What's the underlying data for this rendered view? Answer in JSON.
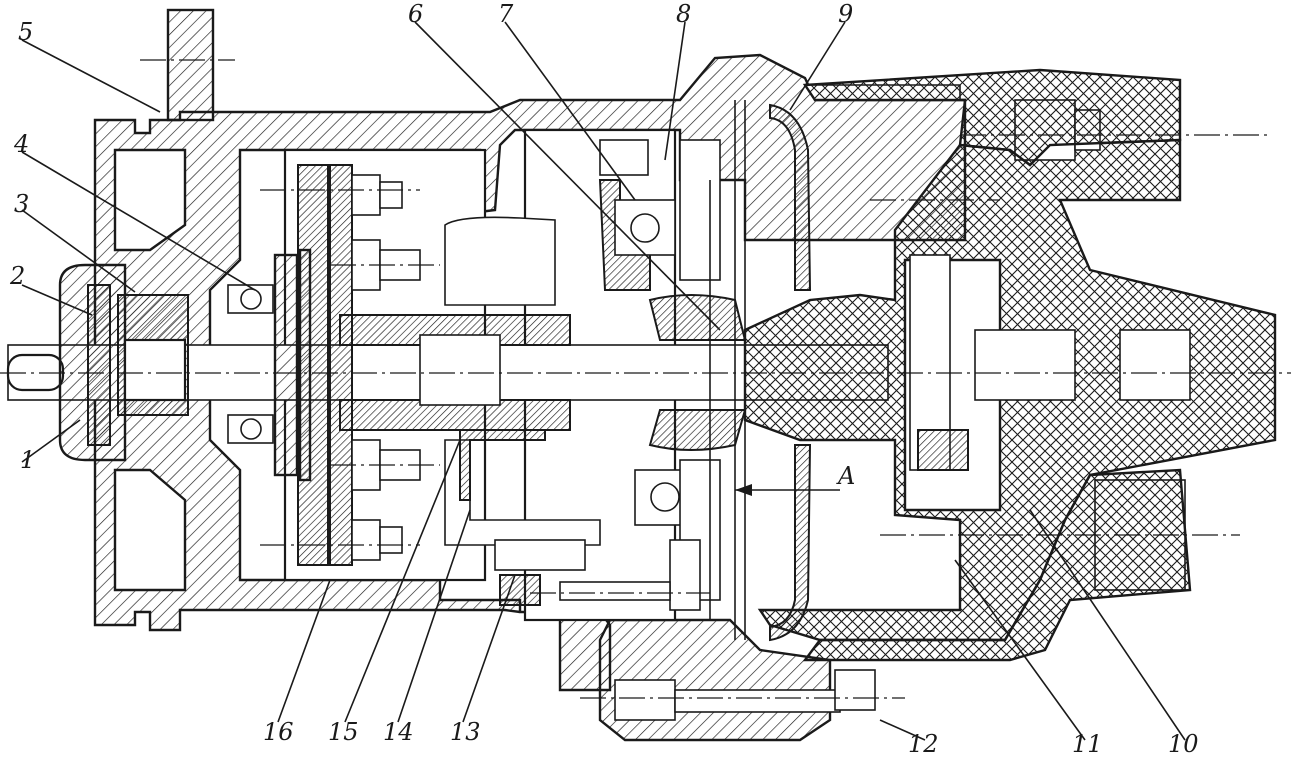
{
  "diagram": {
    "callouts": [
      {
        "id": "c1",
        "label": "1"
      },
      {
        "id": "c2",
        "label": "2"
      },
      {
        "id": "c3",
        "label": "3"
      },
      {
        "id": "c4",
        "label": "4"
      },
      {
        "id": "c5",
        "label": "5"
      },
      {
        "id": "c6",
        "label": "6"
      },
      {
        "id": "c7",
        "label": "7"
      },
      {
        "id": "c8",
        "label": "8"
      },
      {
        "id": "c9",
        "label": "9"
      },
      {
        "id": "c10",
        "label": "10"
      },
      {
        "id": "c11",
        "label": "11"
      },
      {
        "id": "c12",
        "label": "12"
      },
      {
        "id": "c13",
        "label": "13"
      },
      {
        "id": "c14",
        "label": "14"
      },
      {
        "id": "c15",
        "label": "15"
      },
      {
        "id": "c16",
        "label": "16"
      }
    ],
    "view_marker": "A"
  }
}
